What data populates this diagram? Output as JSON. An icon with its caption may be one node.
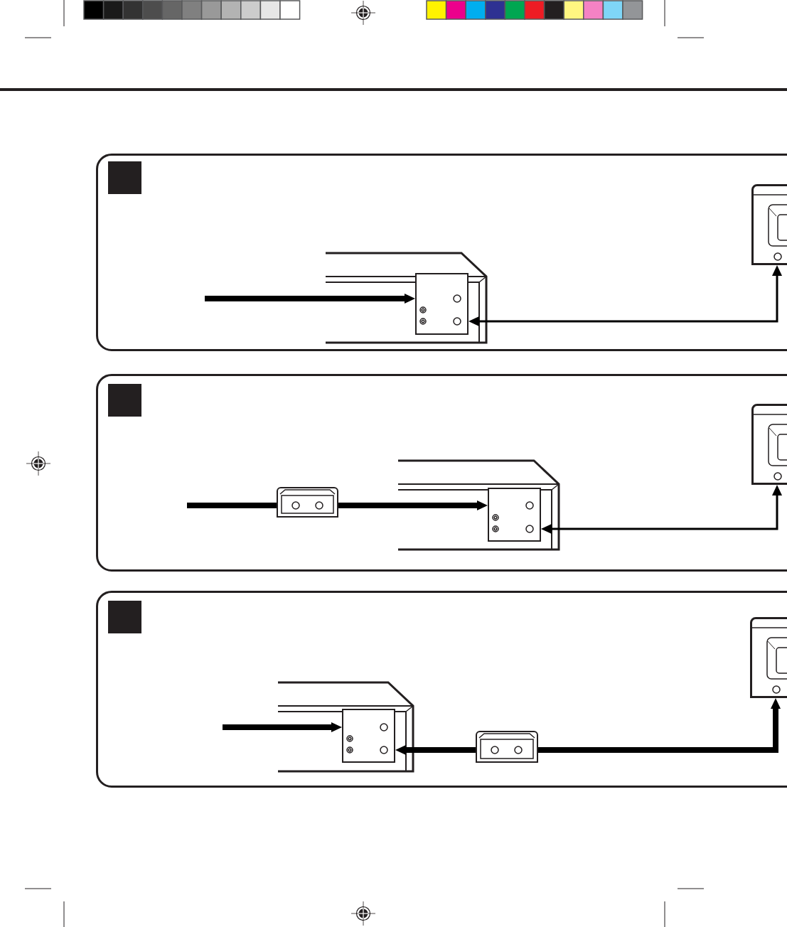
{
  "diagram": {
    "nodes": [
      {
        "text": [],
        "shape": "box"
      },
      {
        "text": [],
        "shape": "box",
        "in": 0
      },
      {
        "text": [],
        "shape": "picture",
        "in": 0
      },
      {
        "text": [],
        "shape": "box",
        "in": 0
      },
      {
        "text": [],
        "shape": "box"
      },
      {
        "text": [],
        "shape": "box",
        "in": 4
      },
      {
        "text": [],
        "shape": "picture",
        "in": 4
      },
      {
        "text": [],
        "shape": "box",
        "in": 4
      },
      {
        "text": [],
        "shape": "box",
        "in": 4
      },
      {
        "text": [],
        "shape": "box"
      },
      {
        "text": [],
        "shape": "box",
        "in": 9
      },
      {
        "text": [],
        "shape": "picture",
        "in": 9
      },
      {
        "text": [],
        "shape": "box",
        "in": 9
      },
      {
        "text": [],
        "shape": "box",
        "in": 9
      }
    ],
    "edges": [
      {
        "from": null,
        "to": 3,
        "arrow": "to"
      },
      {
        "from": 3,
        "to": 2,
        "arrow": "both"
      },
      {
        "from": null,
        "to": 8,
        "arrow": "none"
      },
      {
        "from": 8,
        "to": 7,
        "arrow": "to"
      },
      {
        "from": 7,
        "to": 6,
        "arrow": "both"
      },
      {
        "from": null,
        "to": 12,
        "arrow": "to"
      },
      {
        "from": 13,
        "to": 12,
        "arrow": "to"
      },
      {
        "from": 13,
        "to": 11,
        "arrow": "to"
      }
    ]
  }
}
